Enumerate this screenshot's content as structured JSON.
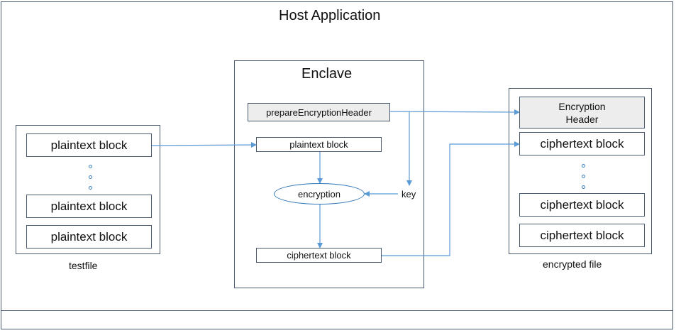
{
  "host": {
    "title": "Host Application"
  },
  "enclave": {
    "title": "Enclave",
    "prepare_header": "prepareEncryptionHeader",
    "plaintext_block": "plaintext block",
    "encryption": "encryption",
    "key": "key",
    "ciphertext_block": "ciphertext block"
  },
  "testfile": {
    "label": "testfile",
    "blocks": [
      "plaintext block",
      "plaintext block",
      "plaintext block"
    ]
  },
  "encrypted_file": {
    "label": "encrypted file",
    "header_line1": "Encryption",
    "header_line2": "Header",
    "blocks": [
      "ciphertext block",
      "ciphertext block",
      "ciphertext block"
    ]
  },
  "colors": {
    "border": "#4a5a6e",
    "arrow": "#5b9bd5",
    "header_fill": "#ededed"
  }
}
